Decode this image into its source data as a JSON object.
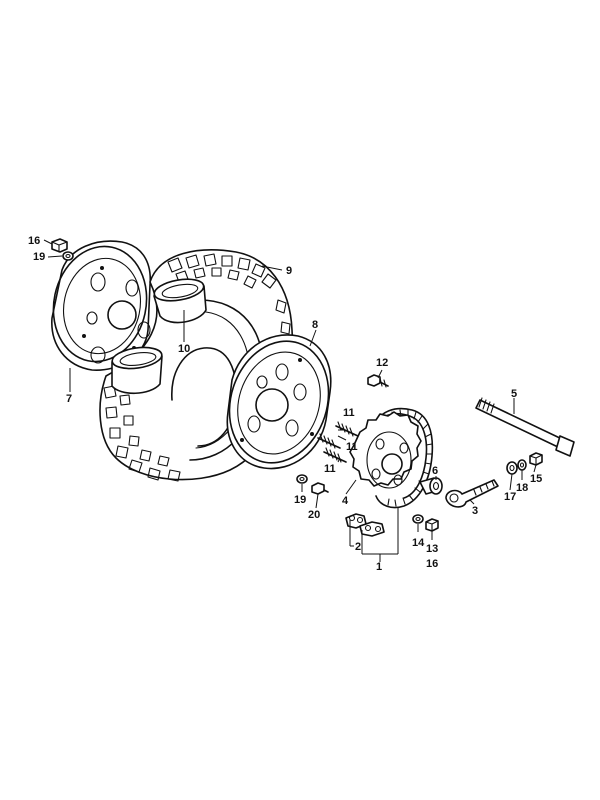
{
  "diagram": {
    "callouts": {
      "c1": "1",
      "c2": "2",
      "c3": "3",
      "c4": "4",
      "c5": "5",
      "c6": "6",
      "c7": "7",
      "c8": "8",
      "c9": "9",
      "c10": "10",
      "c11a": "11",
      "c11b": "11",
      "c11c": "11",
      "c12": "12",
      "c13": "13",
      "c14": "14",
      "c15": "15",
      "c16a": "16",
      "c16b": "16",
      "c17": "17",
      "c18": "18",
      "c19a": "19",
      "c19b": "19",
      "c20": "20"
    }
  }
}
